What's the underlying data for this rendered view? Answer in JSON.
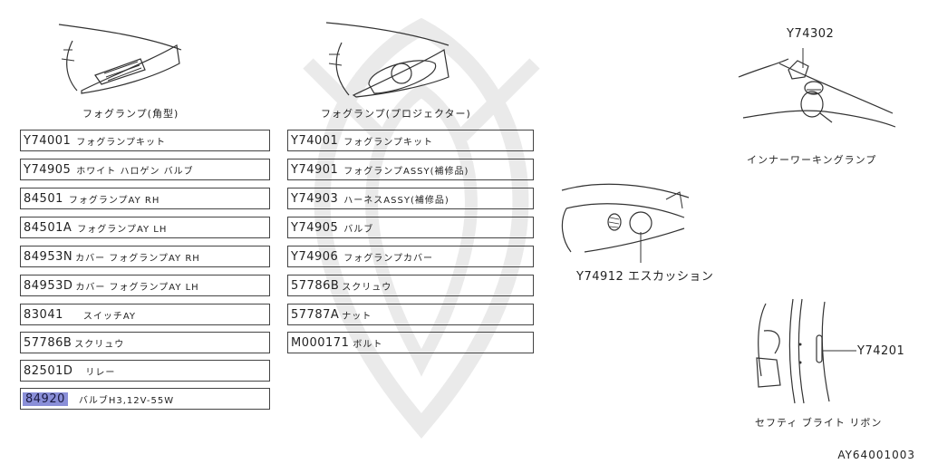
{
  "left_column": {
    "caption": "フォグランプ(角型)",
    "parts": [
      {
        "part_no": "Y74001",
        "name": "フォグランプキット",
        "highlighted": false
      },
      {
        "part_no": "Y74905",
        "name": "ホワイト ハロゲン バルブ",
        "highlighted": false
      },
      {
        "part_no": "84501",
        "name": "フォグランプAY RH",
        "highlighted": false
      },
      {
        "part_no": "84501A",
        "name": "フォグランプAY LH",
        "highlighted": false
      },
      {
        "part_no": "84953N",
        "name": "カバー フォグランプAY RH",
        "highlighted": false
      },
      {
        "part_no": "84953D",
        "name": "カバー フォグランプAY LH",
        "highlighted": false
      },
      {
        "part_no": "83041",
        "name": "スイッチAY",
        "highlighted": false
      },
      {
        "part_no": "57786B",
        "name": "スクリュウ",
        "highlighted": false
      },
      {
        "part_no": "82501D",
        "name": "リレー",
        "highlighted": false
      },
      {
        "part_no": "84920",
        "name": "バルブH3,12V-55W",
        "highlighted": true
      }
    ]
  },
  "middle_column": {
    "caption": "フォグランプ(プロジェクター)",
    "parts": [
      {
        "part_no": "Y74001",
        "name": "フォグランプキット",
        "highlighted": false
      },
      {
        "part_no": "Y74901",
        "name": "フォグランプASSY(補修品)",
        "highlighted": false
      },
      {
        "part_no": "Y74903",
        "name": "ハーネスASSY(補修品)",
        "highlighted": false
      },
      {
        "part_no": "Y74905",
        "name": "バルブ",
        "highlighted": false
      },
      {
        "part_no": "Y74906",
        "name": "フォグランプカバー",
        "highlighted": false
      },
      {
        "part_no": "57786B",
        "name": "スクリュウ",
        "highlighted": false
      },
      {
        "part_no": "57787A",
        "name": "ナット",
        "highlighted": false
      },
      {
        "part_no": "M000171",
        "name": "ボルト",
        "highlighted": false
      }
    ]
  },
  "escutcheon": {
    "label": "Y74912 エスカッション"
  },
  "inner_working_lamp": {
    "part_no": "Y74302",
    "caption": "インナーワーキングランプ"
  },
  "safety_bright_ribbon": {
    "part_no": "Y74201",
    "caption": "セフティ ブライト リボン"
  },
  "diagram_code": "AY64001003",
  "colors": {
    "highlight": "#8a8fd8",
    "line": "#444444"
  }
}
